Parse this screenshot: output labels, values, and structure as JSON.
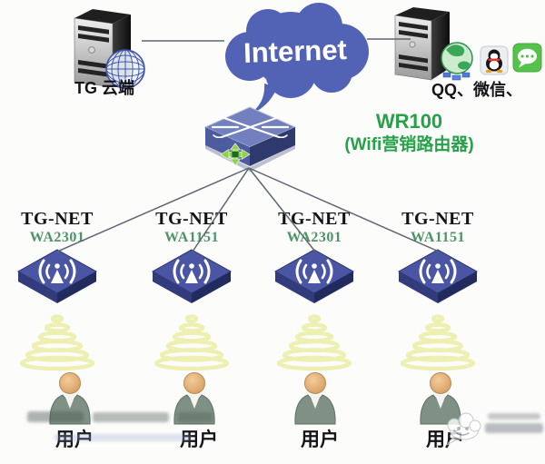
{
  "top": {
    "left_server_label": "TG 云端",
    "cloud_label": "Internet",
    "right_server_label": "QQ、微信、"
  },
  "router": {
    "name": "WR100",
    "subtitle": "(Wifi营销路由器)"
  },
  "access_points": [
    {
      "brand": "TG-NET",
      "model": "WA2301"
    },
    {
      "brand": "TG-NET",
      "model": "WA1151"
    },
    {
      "brand": "TG-NET",
      "model": "WA2301"
    },
    {
      "brand": "TG-NET",
      "model": "WA1151"
    }
  ],
  "users": [
    "用户",
    "用户",
    "用户",
    "用户"
  ],
  "colors": {
    "cloud_blue": "#5263b5",
    "router_top": "#7280bf",
    "router_front": "#4d5b9f",
    "green_text": "#27a049",
    "model_green": "#4e9467",
    "ap_navy": "#4a56a3",
    "signal_yellow": "#edf0ae",
    "wechat_green": "#55c34b",
    "line_gray": "#5c6670"
  }
}
